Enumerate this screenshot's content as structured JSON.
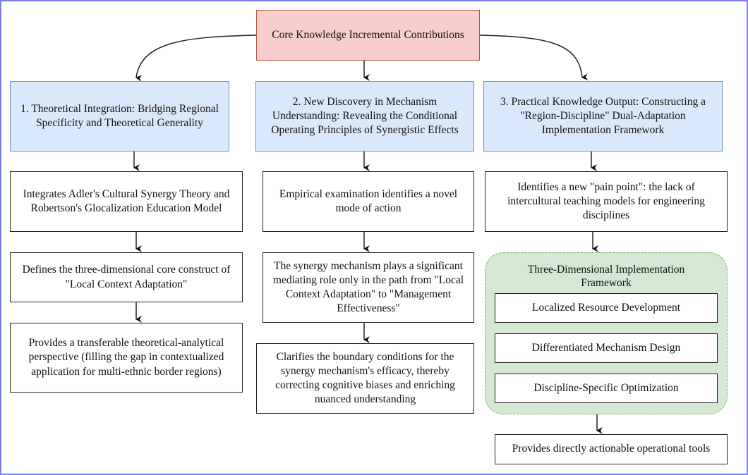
{
  "diagram": {
    "root": {
      "label": "Core Knowledge Incremental Contributions",
      "fill": "#f8cecc",
      "stroke": "#b85450"
    },
    "branches": [
      {
        "label": "1. Theoretical Integration: Bridging Regional Specificity and Theoretical Generality",
        "fill": "#dae8fc",
        "steps": [
          "Integrates Adler's Cultural Synergy Theory and Robertson's Glocalization Education Model",
          "Defines the three-dimensional core construct of \"Local Context Adaptation\"",
          "Provides a transferable theoretical-analytical perspective (filling the gap in contextualized application for multi-ethnic border regions)"
        ]
      },
      {
        "label": "2. New Discovery in Mechanism Understanding: Revealing the Conditional Operating Principles of Synergistic Effects",
        "fill": "#dae8fc",
        "steps": [
          "Empirical examination identifies a novel mode of action",
          "The synergy mechanism plays a significant mediating role only in the path from \"Local Context Adaptation\" to \"Management Effectiveness\"",
          "Clarifies the boundary conditions for the synergy mechanism's efficacy, thereby correcting cognitive biases and enriching nuanced understanding"
        ]
      },
      {
        "label": "3. Practical Knowledge Output: Constructing a \"Region-Discipline\" Dual-Adaptation Implementation Framework",
        "fill": "#dae8fc",
        "steps": [
          "Identifies a new \"pain point\": the lack of intercultural teaching models for engineering disciplines"
        ],
        "framework": {
          "title": "Three-Dimensional Implementation Framework",
          "fill": "#d5e8d4",
          "items": [
            "Localized Resource Development",
            "Differentiated Mechanism Design",
            "Discipline-Specific Optimization"
          ]
        },
        "outcome": "Provides directly actionable operational tools"
      }
    ],
    "frame_color": "#7d7df2"
  }
}
